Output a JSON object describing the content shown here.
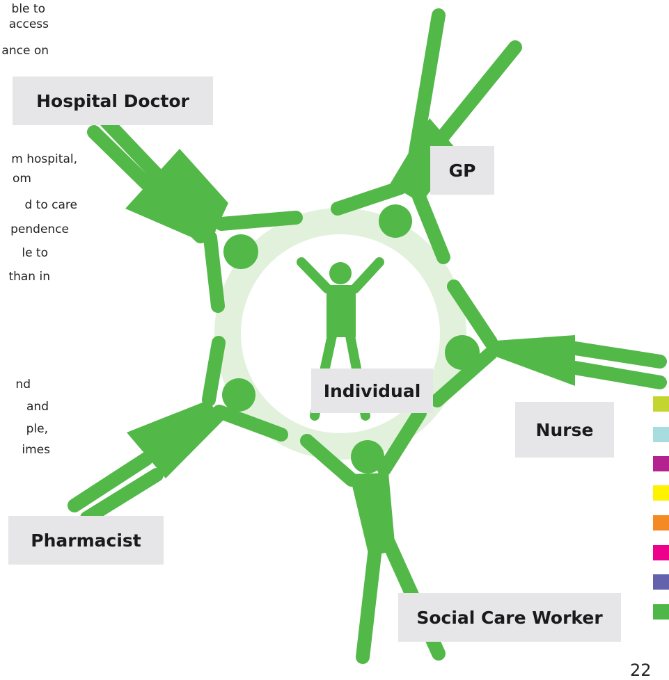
{
  "text_fragments": {
    "top_left": [
      "ble to",
      "access",
      "ance on"
    ],
    "middle_left": [
      "m hospital,",
      "om",
      "d to care",
      "pendence",
      "le to",
      "than in"
    ],
    "lower_left": [
      "nd",
      "and",
      "ple,",
      "imes"
    ]
  },
  "roles": {
    "hospital_doctor": "Hospital Doctor",
    "gp": "GP",
    "nurse": "Nurse",
    "pharmacist": "Pharmacist",
    "social_care_worker": "Social Care Worker",
    "individual": "Individual"
  },
  "legend_colors": [
    "#c3d52f",
    "#a8dde0",
    "#b4228f",
    "#fff200",
    "#f38a23",
    "#ec008c",
    "#6462ad",
    "#4eb748"
  ],
  "colors": {
    "figure_green": "#52b848",
    "ring_light_green": "#e2f1dc",
    "label_bg": "#e6e6e8"
  },
  "page_number": "22"
}
